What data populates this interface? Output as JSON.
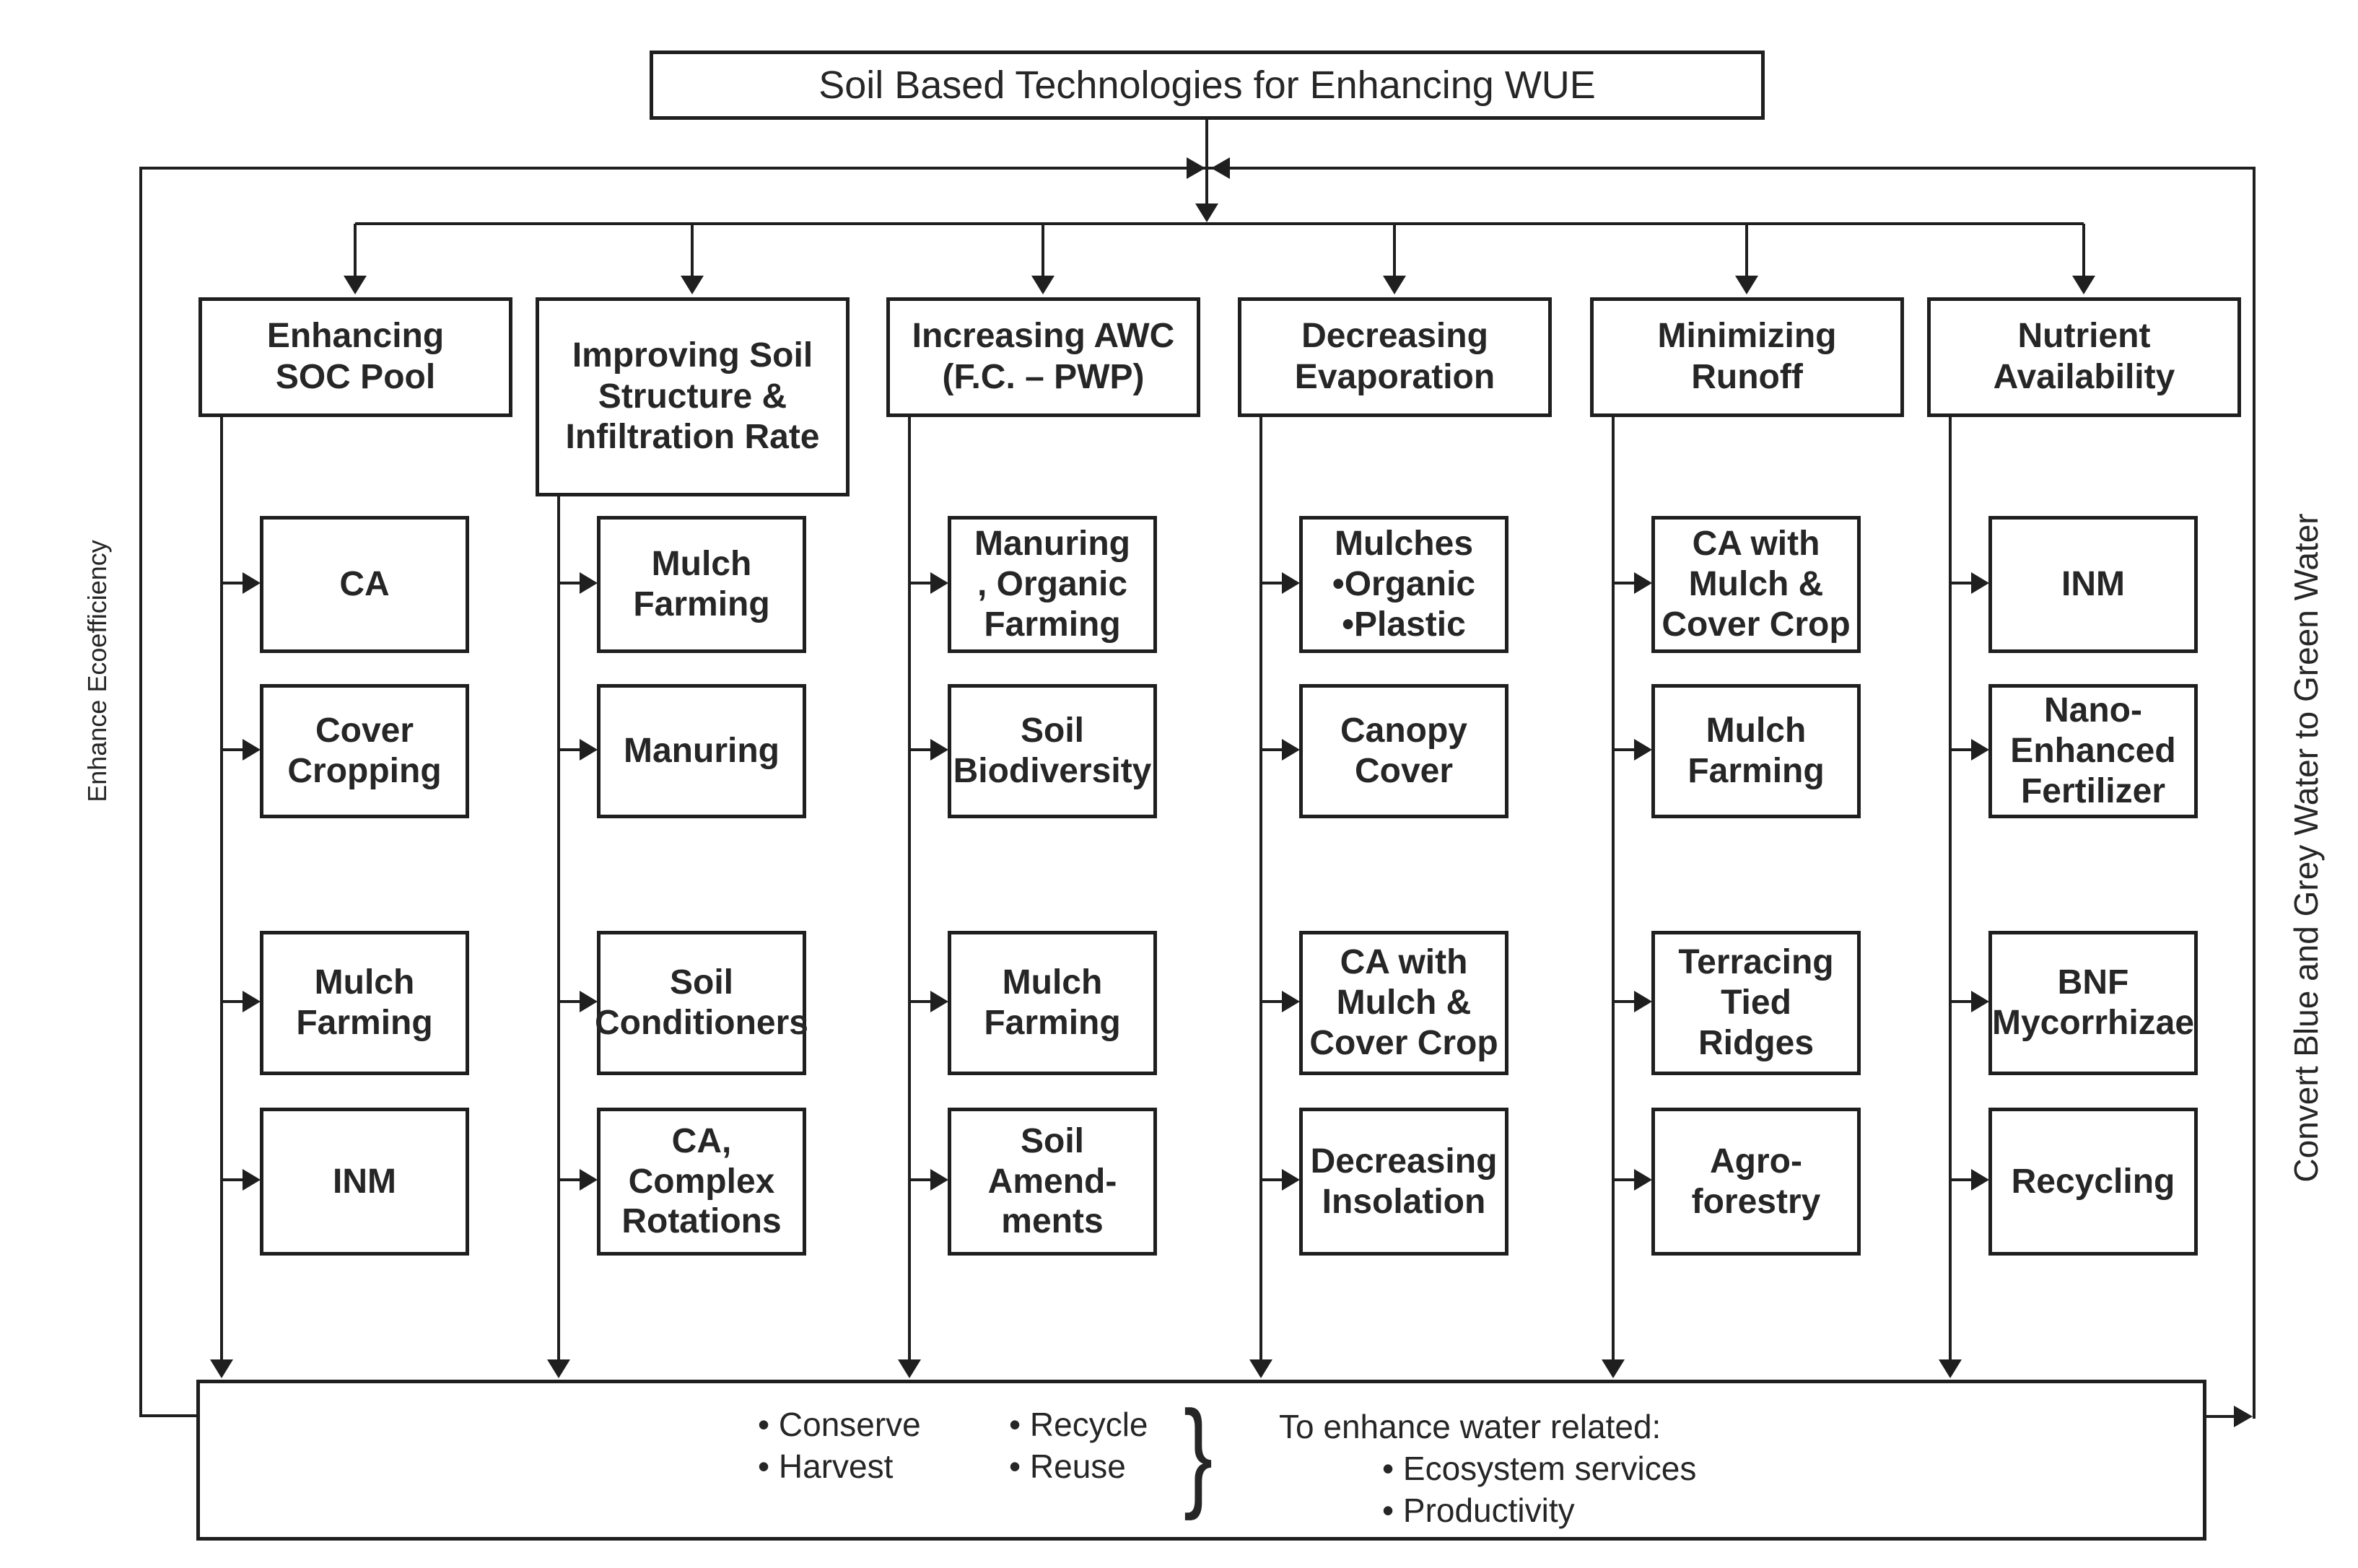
{
  "diagram": {
    "title": "Soil Based Technologies for Enhancing WUE",
    "left_label": "Enhance Ecoefficiency",
    "right_label": "Convert Blue and Grey Water to Green Water",
    "columns": [
      {
        "header": "Enhancing\nSOC Pool",
        "items": [
          "CA",
          "Cover\nCropping",
          "Mulch\nFarming",
          "INM"
        ]
      },
      {
        "header": "Improving Soil\nStructure &\nInfiltration Rate",
        "items": [
          "Mulch\nFarming",
          "Manuring",
          "Soil\nConditioners",
          "CA,\nComplex\nRotations"
        ]
      },
      {
        "header": "Increasing AWC\n(F.C. – PWP)",
        "items": [
          "Manuring\n, Organic\nFarming",
          "Soil\nBiodiversity",
          "Mulch\nFarming",
          "Soil\nAmend-\nments"
        ]
      },
      {
        "header": "Decreasing\nEvaporation",
        "items": [
          "Mulches\n•Organic\n•Plastic",
          "Canopy\nCover",
          "CA with\nMulch &\nCover Crop",
          "Decreasing\nInsolation"
        ]
      },
      {
        "header": "Minimizing\nRunoff",
        "items": [
          "CA with\nMulch &\nCover Crop",
          "Mulch\nFarming",
          "Terracing\nTied\nRidges",
          "Agro-\nforestry"
        ]
      },
      {
        "header": "Nutrient\nAvailability",
        "items": [
          "INM",
          "Nano-\nEnhanced\nFertilizer",
          "BNF\nMycorrhizae",
          "Recycling"
        ]
      }
    ],
    "bottom": {
      "action_bullets_col1": "• Conserve\n• Harvest",
      "action_bullets_col2": "• Recycle\n• Reuse",
      "brace": "}",
      "outcome_heading": "To enhance water related:",
      "outcome_bullets": "• Ecosystem services\n• Productivity"
    },
    "colors": {
      "line": "#1f1f1f",
      "text": "#262626",
      "background": "#ffffff"
    }
  }
}
